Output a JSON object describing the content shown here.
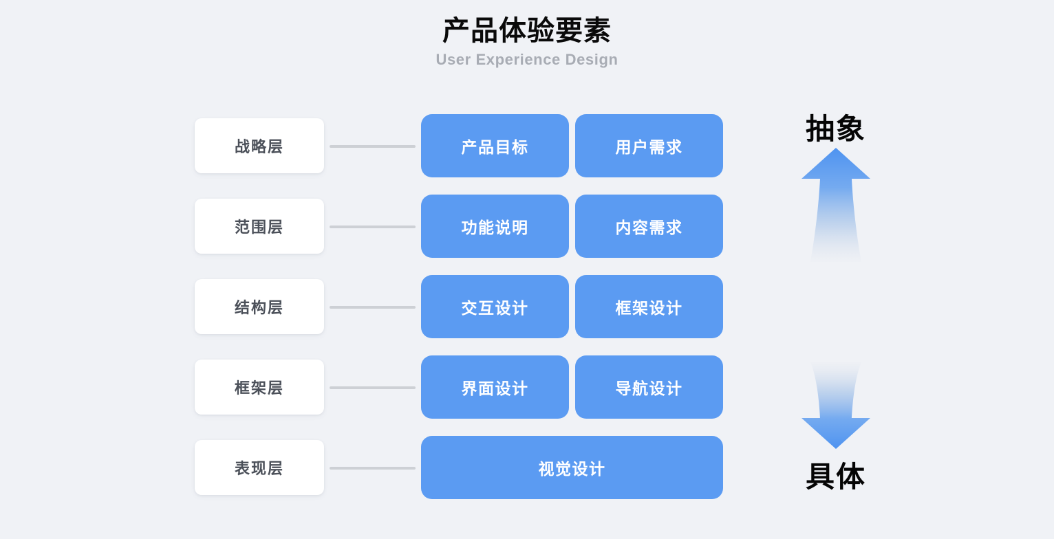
{
  "header": {
    "title": "产品体验要素",
    "subtitle": "User Experience Design"
  },
  "colors": {
    "background": "#f0f2f6",
    "card_blue": "#5b9bf2",
    "label_chip": "#ffffff",
    "label_text": "#4b5059",
    "connector": "#cdd0d5",
    "title_text": "#0a0a0a",
    "subtitle_text": "#a8acb4",
    "arrow_blue": "#5b9bf2"
  },
  "layers": [
    {
      "label": "战略层",
      "cards": [
        "产品目标",
        "用户需求"
      ]
    },
    {
      "label": "范围层",
      "cards": [
        "功能说明",
        "内容需求"
      ]
    },
    {
      "label": "结构层",
      "cards": [
        "交互设计",
        "框架设计"
      ]
    },
    {
      "label": "框架层",
      "cards": [
        "界面设计",
        "导航设计"
      ]
    },
    {
      "label": "表现层",
      "cards": [
        "视觉设计"
      ]
    }
  ],
  "axis": {
    "top_label": "抽象",
    "bottom_label": "具体",
    "up_arrow_icon": "arrow-up-icon",
    "down_arrow_icon": "arrow-down-icon"
  }
}
